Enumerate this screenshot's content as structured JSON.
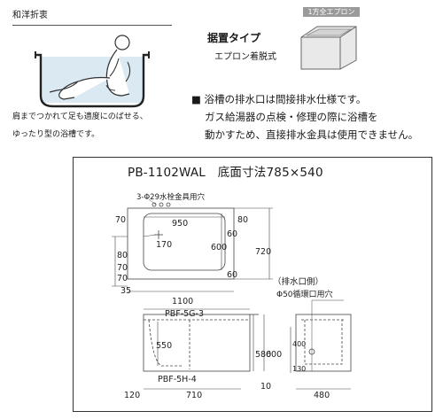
{
  "header": {
    "title": "和洋折衷"
  },
  "illustration": {
    "caption_lines": [
      "肩までつかれて足も適度にのばせる、",
      "ゆったり型の浴槽です。"
    ]
  },
  "type_info": {
    "title": "据置タイプ",
    "subtitle": "エプロン着脱式",
    "badge": "1方全エプロン"
  },
  "notes": {
    "bullet": "■",
    "lines": [
      "浴槽の排水口は間接排水仕様です。",
      "ガス給湯器の点検・修理の際に浴槽を",
      "動かすため、直接排水金具は使用できません。"
    ]
  },
  "drawing": {
    "model_title": "PB-1102WAL　底面寸法785×540",
    "faucet_label": "3-Φ29水栓金具用穴",
    "drain_side_label": "（排水口側）",
    "drain_hole_label": "Φ50循環口用穴",
    "pbf_top": "PBF-5G-3",
    "pbf_bottom": "PBF-5H-4",
    "dims": {
      "d70_top": "70",
      "d950": "950",
      "d80": "80",
      "d170": "170",
      "d600_inner": "600",
      "d720": "720",
      "d60_top": "60",
      "d60_bot": "60",
      "d80_left": "80",
      "d70_l1": "70",
      "d70_l2": "70",
      "d35": "35",
      "d1100": "1100",
      "d550": "550",
      "d580": "580",
      "d600_side": "600",
      "d10": "10",
      "d120": "120",
      "d710": "710",
      "d480": "480",
      "d400": "400",
      "d130": "130"
    }
  }
}
